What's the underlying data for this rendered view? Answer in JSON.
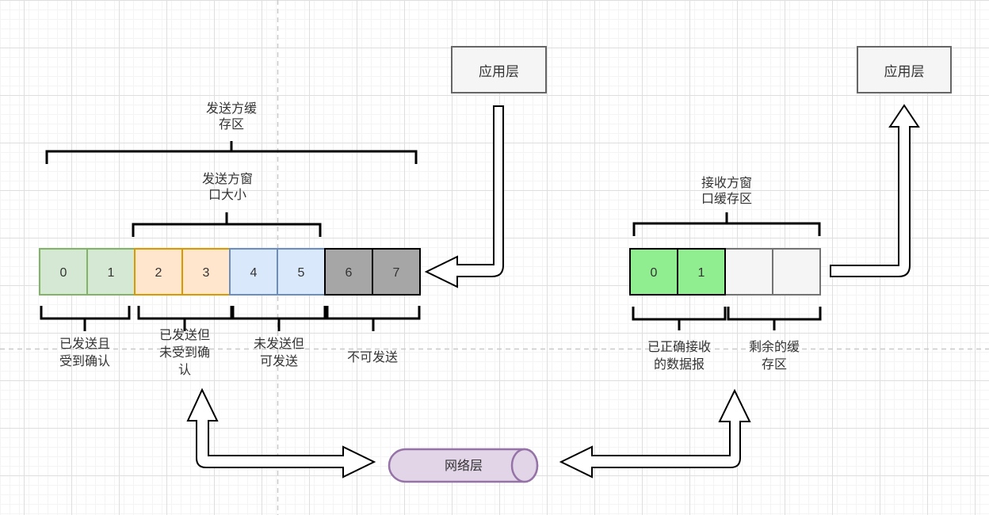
{
  "sender": {
    "buffer_label": "发送方缓\n存区",
    "window_label": "发送方窗\n口大小",
    "cells": [
      "0",
      "1",
      "2",
      "3",
      "4",
      "5",
      "6",
      "7"
    ],
    "segment_labels": [
      "已发送且\n受到确认",
      "已发送但\n未受到确\n认",
      "未发送但\n可发送",
      "不可发送"
    ]
  },
  "receiver": {
    "window_label": "接收方窗\n口缓存区",
    "cells": [
      "0",
      "1",
      "",
      ""
    ],
    "segment_labels": [
      "已正确接收\n的数据报",
      "剩余的缓\n存区"
    ]
  },
  "app_layer_left": {
    "label": "应用层"
  },
  "app_layer_right": {
    "label": "应用层"
  },
  "network_layer": {
    "label": "网络层"
  },
  "colors": {
    "acked_fill": "#d5e8d4",
    "acked_border": "#82b366",
    "sent_unacked_fill": "#ffe6cc",
    "sent_unacked_border": "#d79b00",
    "sendable_fill": "#dae8fc",
    "sendable_border": "#6c8ebf",
    "unsendable_fill": "#a6a6a6",
    "unsendable_border": "#000000",
    "received_fill": "#90ee90",
    "received_border": "#000000",
    "free_fill": "#f5f5f5",
    "free_border": "#737373",
    "network_fill": "#e1d5e7",
    "network_border": "#9673a6",
    "app_fill": "#f5f5f5",
    "app_border": "#666666"
  }
}
